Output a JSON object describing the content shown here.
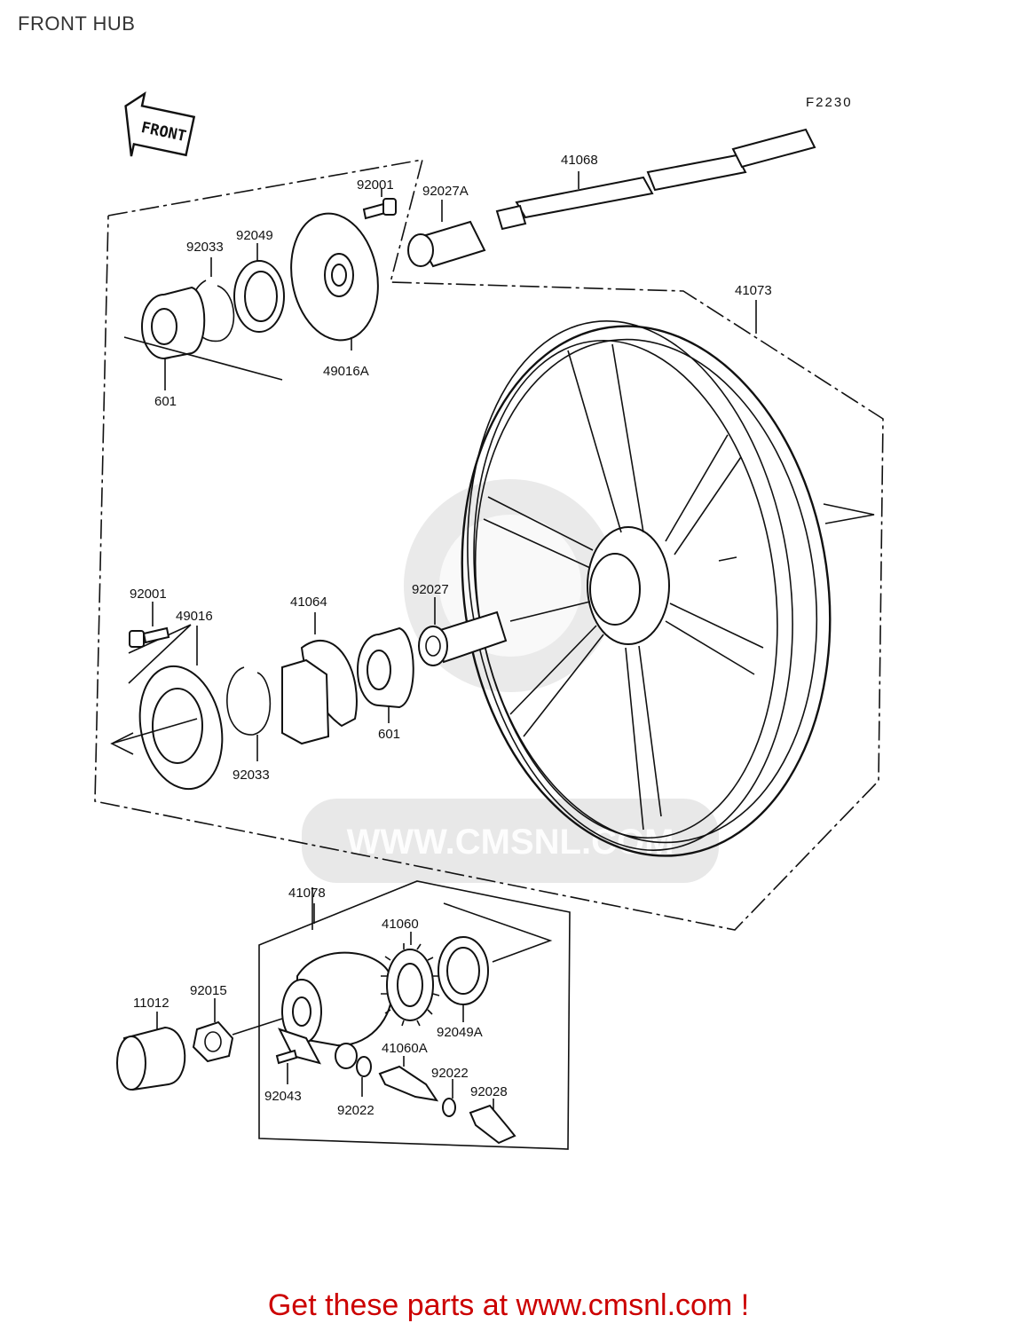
{
  "page": {
    "title": "FRONT HUB"
  },
  "diagram": {
    "code": "F2230",
    "front_arrow": "FRONT",
    "watermark": "WWW.CMSNL.COM",
    "part_labels": {
      "p41068": "41068",
      "p92001a": "92001",
      "p92027a": "92027A",
      "p92033a": "92033",
      "p92049": "92049",
      "p41073": "41073",
      "p601a": "601",
      "p49016a": "49016A",
      "p92001b": "92001",
      "p49016": "49016",
      "p41064": "41064",
      "p92027": "92027",
      "p601b": "601",
      "p92033b": "92033",
      "p41078": "41078",
      "p41060": "41060",
      "p11012": "11012",
      "p92015": "92015",
      "p92049a": "92049A",
      "p41060a": "41060A",
      "p92022a": "92022",
      "p92028": "92028",
      "p92043": "92043",
      "p92022b": "92022"
    }
  },
  "footer": {
    "text": "Get these parts at www.cmsnl.com !",
    "color": "#cc0000"
  }
}
